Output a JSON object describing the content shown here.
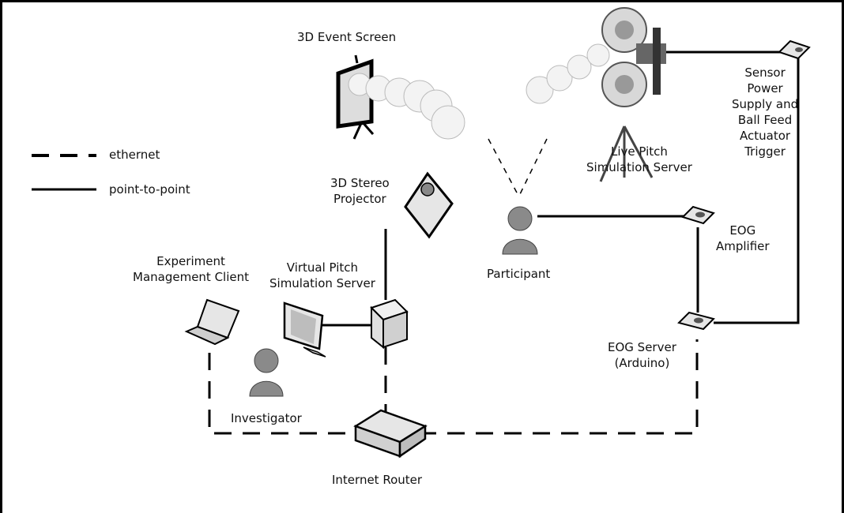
{
  "legend": {
    "ethernet": "ethernet",
    "point_to_point": "point-to-point"
  },
  "labels": {
    "event_screen": "3D Event Screen",
    "stereo_projector": [
      "3D Stereo",
      "Projector"
    ],
    "live_pitch": [
      "Live Pitch",
      "Simulation Server"
    ],
    "sensor_power": [
      "Sensor",
      "Power",
      "Supply and",
      "Ball Feed",
      "Actuator",
      "Trigger"
    ],
    "eog_amplifier": [
      "EOG",
      "Amplifier"
    ],
    "participant": "Participant",
    "experiment_client": [
      "Experiment",
      "Management Client"
    ],
    "virtual_pitch": [
      "Virtual Pitch",
      "Simulation Server"
    ],
    "investigator": "Investigator",
    "eog_server": [
      "EOG Server",
      "(Arduino)"
    ],
    "internet_router": "Internet Router"
  },
  "colors": {
    "line": "#000000",
    "device_fill": "#e6e6e6",
    "person_fill": "#8a8a8a"
  },
  "icons": [
    "screen-icon",
    "baseball-icon",
    "projector-icon",
    "pitching-machine-icon",
    "sensor-box-icon",
    "person-icon",
    "laptop-icon",
    "monitor-icon",
    "server-tower-icon",
    "router-icon"
  ]
}
